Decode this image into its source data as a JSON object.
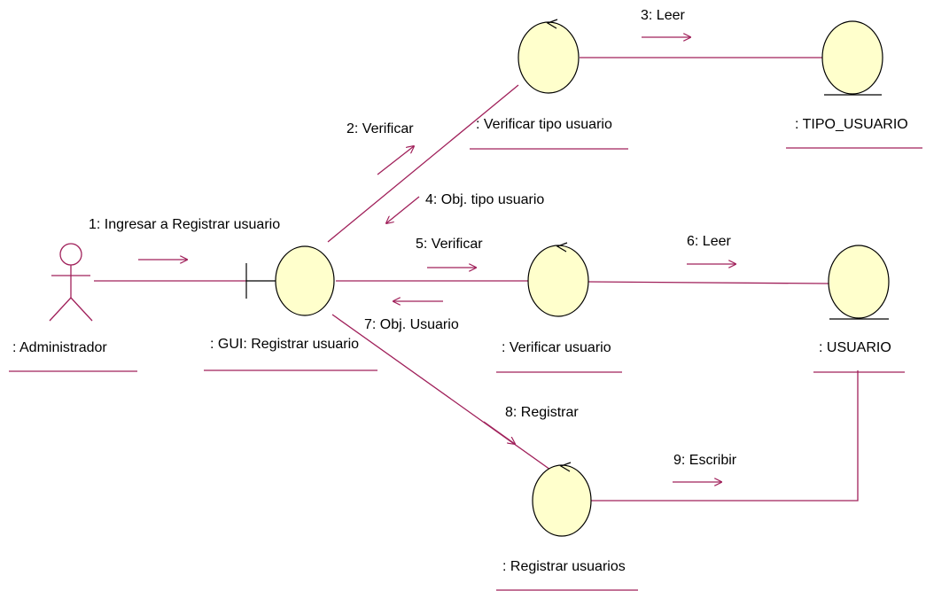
{
  "colors": {
    "line": "#a0205a",
    "object_fill": "#ffffcc",
    "outline": "#000000"
  },
  "actors": [
    {
      "id": "administrador",
      "label": ": Administrador"
    }
  ],
  "objects": [
    {
      "id": "gui",
      "label": ": GUI: Registrar usuario",
      "stereotype": "boundary"
    },
    {
      "id": "verificar_tipo",
      "label": ": Verificar tipo usuario",
      "stereotype": "control"
    },
    {
      "id": "verificar_usuario",
      "label": ": Verificar usuario",
      "stereotype": "control"
    },
    {
      "id": "registrar_usuarios",
      "label": ": Registrar usuarios",
      "stereotype": "control"
    },
    {
      "id": "tipo_usuario",
      "label": ": TIPO_USUARIO",
      "stereotype": "entity"
    },
    {
      "id": "usuario",
      "label": ": USUARIO",
      "stereotype": "entity"
    }
  ],
  "messages": [
    {
      "label": "1: Ingresar a Registrar usuario"
    },
    {
      "label": "2: Verificar"
    },
    {
      "label": "3: Leer"
    },
    {
      "label": "4: Obj. tipo usuario"
    },
    {
      "label": "5: Verificar"
    },
    {
      "label": "6: Leer"
    },
    {
      "label": "7: Obj. Usuario"
    },
    {
      "label": "8: Registrar"
    },
    {
      "label": "9: Escribir"
    }
  ]
}
